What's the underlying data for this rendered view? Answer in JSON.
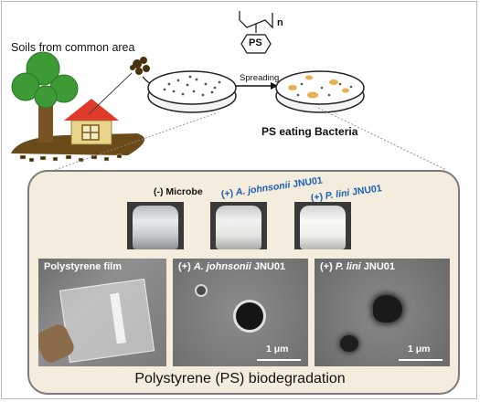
{
  "top": {
    "soil_label": "Soils from common area",
    "spreading_label": "Spreading",
    "polymer_letters": "PS",
    "polymer_subscript": "n",
    "bacteria_label": "PS eating Bacteria"
  },
  "vials": [
    {
      "label": "(-) Microbe",
      "strain_italic": "",
      "strain_rest": ""
    },
    {
      "label": "(+) ",
      "strain_italic": "A. johnsonii",
      "strain_rest": " JNU01"
    },
    {
      "label": "(+) ",
      "strain_italic": "P. lini",
      "strain_rest": " JNU01"
    }
  ],
  "micrographs": [
    {
      "prefix": "Polystyrene film",
      "italic": "",
      "suffix": "",
      "scale": ""
    },
    {
      "prefix": "(+) ",
      "italic": "A. johnsonii",
      "suffix": " JNU01",
      "scale": "1 μm"
    },
    {
      "prefix": "(+) ",
      "italic": "P. lini",
      "suffix": " JNU01",
      "scale": "1 μm"
    }
  ],
  "footer": "Polystyrene (PS) biodegradation",
  "colors": {
    "panel_bg": "#f4ecdd",
    "strain_blue": "#1a5fb4",
    "tree_green": "#3d9b35",
    "roof_red": "#e03a2a",
    "soil_brown": "#6b4a1a"
  }
}
